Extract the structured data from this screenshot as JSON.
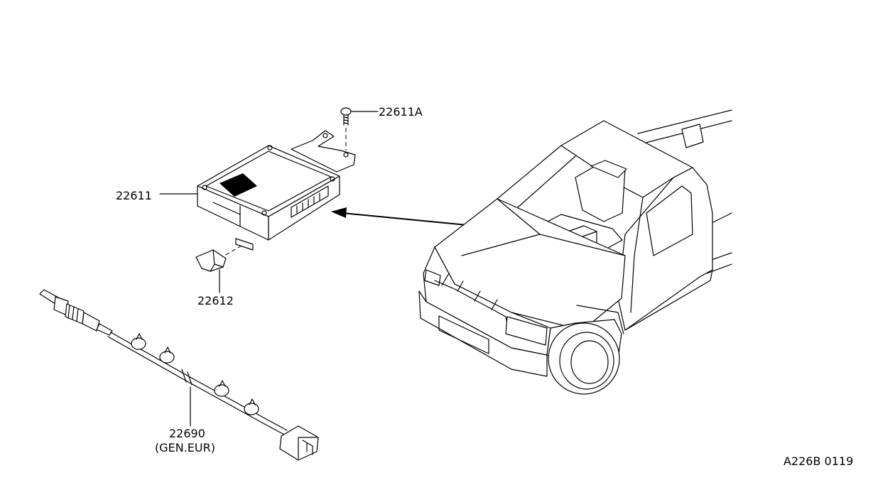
{
  "parts": {
    "screw": {
      "number": "22611A"
    },
    "control_unit": {
      "number": "22611"
    },
    "bracket": {
      "number": "22612"
    },
    "oxygen_sensor": {
      "number": "22690",
      "note": "(GEN.EUR)"
    }
  },
  "figure_code": "A226B 0119"
}
